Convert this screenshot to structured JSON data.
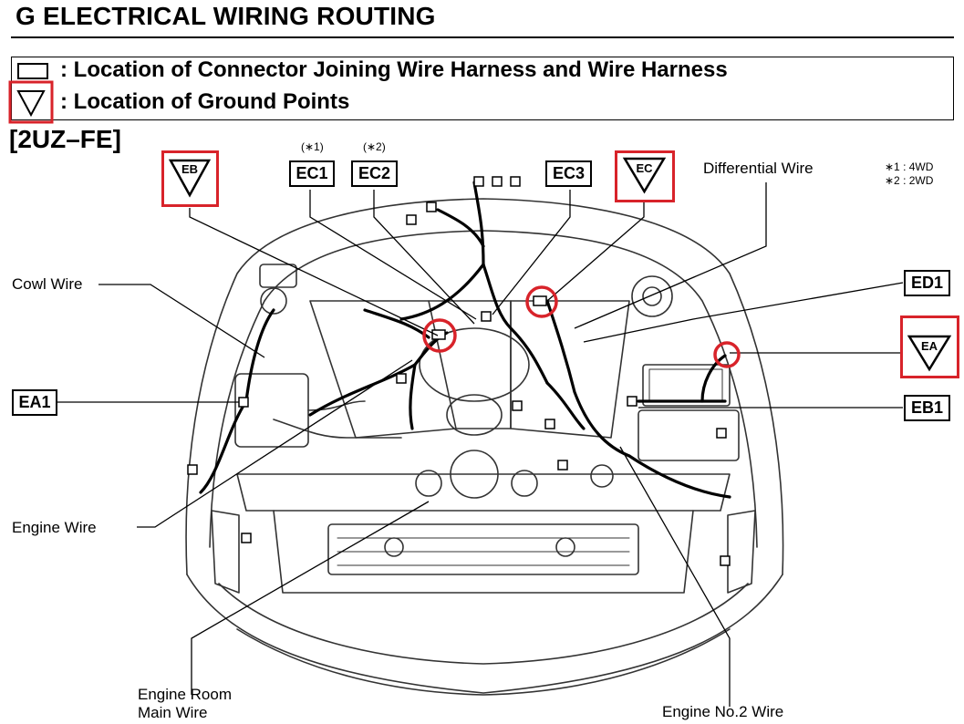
{
  "title": "G  ELECTRICAL WIRING ROUTING",
  "legend": {
    "connector_text": ": Location of Connector Joining Wire Harness and Wire Harness",
    "ground_text": ": Location of Ground Points"
  },
  "engine_variant": "[2UZ–FE]",
  "notes": {
    "n1_mark": "(∗1)",
    "n2_mark": "(∗2)",
    "n1_text": "∗1 :  4WD",
    "n2_text": "∗2 :  2WD"
  },
  "connectors": {
    "EC1": "EC1",
    "EC2": "EC2",
    "EC3": "EC3",
    "ED1": "ED1",
    "EA1": "EA1",
    "EB1": "EB1"
  },
  "grounds": {
    "EB": "EB",
    "EC": "EC",
    "EA": "EA"
  },
  "wires": {
    "differential": "Differential Wire",
    "cowl": "Cowl Wire",
    "engine": "Engine Wire",
    "engine_room_main_line1": "Engine Room",
    "engine_room_main_line2": "Main Wire",
    "engine_no2": "Engine No.2 Wire"
  },
  "colors": {
    "highlight": "#d8232a",
    "ink": "#000000",
    "drawing": "#333333"
  },
  "icons": {
    "connector_legend": "rectangle-connector-icon",
    "ground_legend": "down-triangle-ground-icon"
  }
}
